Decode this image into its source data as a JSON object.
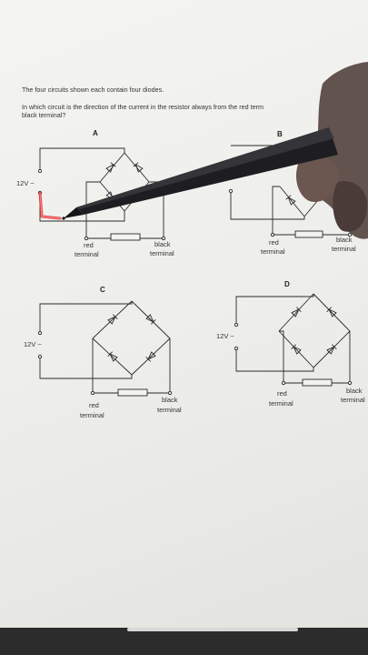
{
  "question": {
    "intro": "The four circuits shown each contain four diodes.",
    "prompt_line1": "In which circuit is the direction of the current in the resistor always from the red term",
    "prompt_line2": "black terminal?"
  },
  "circuits": [
    {
      "letter": "A",
      "supply": "12V ~",
      "red_word": "red",
      "red_sub": "terminal",
      "black_word": "black",
      "black_sub": "terminal"
    },
    {
      "letter": "B",
      "supply": "",
      "red_word": "red",
      "red_sub": "terminal",
      "black_word": "black",
      "black_sub": "terminal"
    },
    {
      "letter": "C",
      "supply": "12V ~",
      "red_word": "red",
      "red_sub": "terminal",
      "black_word": "black",
      "black_sub": "terminal"
    },
    {
      "letter": "D",
      "supply": "12V ~",
      "red_word": "red",
      "red_sub": "terminal",
      "black_word": "black",
      "black_sub": "terminal"
    }
  ],
  "colors": {
    "paper": "#efefec",
    "ink": "#2a2a2a",
    "annotation": "#e0303a",
    "pen": "#1e1e22"
  },
  "icons": {
    "pen": "stylus-pen-icon",
    "hand": "hand-icon"
  }
}
